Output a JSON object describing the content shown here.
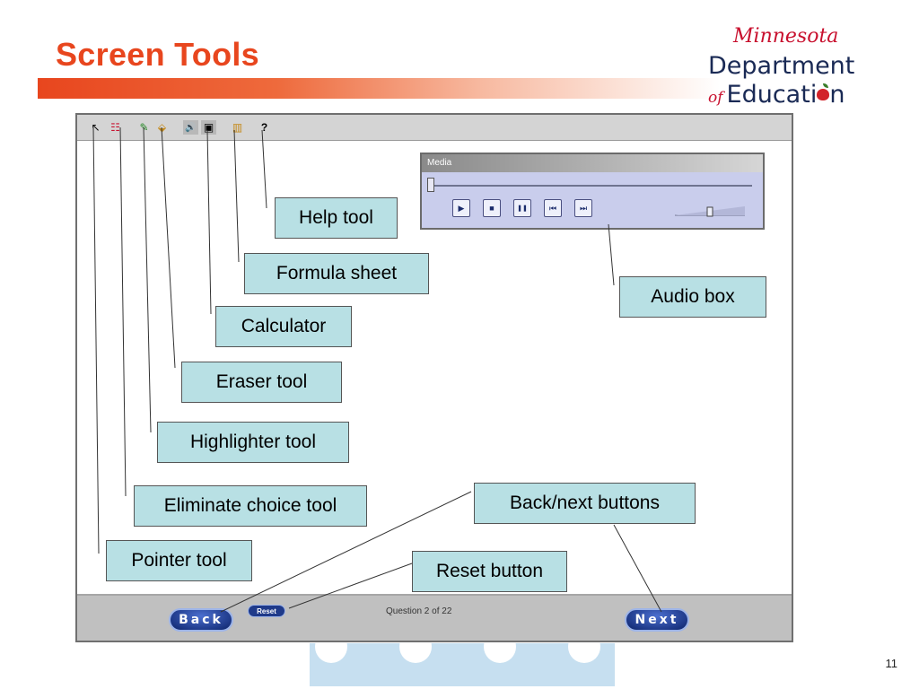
{
  "slide": {
    "title": "Screen Tools",
    "page_number": "11"
  },
  "logo": {
    "state_script": "Minnesota",
    "line1": "Department",
    "of_script": "of",
    "line2": "Educati",
    "line2_end": "n"
  },
  "screen": {
    "toolbar": {
      "tools": [
        {
          "name": "pointer-tool",
          "glyph": "↖"
        },
        {
          "name": "eliminate-choice-tool",
          "glyph": "☷"
        },
        {
          "name": "highlighter-tool",
          "glyph": "✎"
        },
        {
          "name": "eraser-tool",
          "glyph": "⬙"
        },
        {
          "name": "audio-tool",
          "glyph": "🔊"
        },
        {
          "name": "calculator-tool",
          "glyph": "▣"
        },
        {
          "name": "formula-sheet-tool",
          "glyph": "▥"
        },
        {
          "name": "help-tool",
          "glyph": "?"
        }
      ]
    },
    "media": {
      "title": "Media",
      "buttons": [
        {
          "name": "play",
          "glyph": "▶"
        },
        {
          "name": "stop",
          "glyph": "■"
        },
        {
          "name": "pause",
          "glyph": "❚❚"
        },
        {
          "name": "rewind",
          "glyph": "⏮"
        },
        {
          "name": "forward",
          "glyph": "⏭"
        }
      ]
    },
    "bottom": {
      "back_label": "Back",
      "reset_label": "Reset",
      "question_text": "Question 2 of 22",
      "next_label": "Next"
    }
  },
  "callouts": {
    "help_tool": "Help tool",
    "formula_sheet": "Formula sheet",
    "audio_box": "Audio box",
    "calculator": "Calculator",
    "eraser_tool": "Eraser tool",
    "highlighter_tool": "Highlighter tool",
    "eliminate_choice_tool": "Eliminate choice tool",
    "back_next_buttons": "Back/next buttons",
    "pointer_tool": "Pointer tool",
    "reset_button": "Reset button"
  },
  "colors": {
    "title": "#e8461e",
    "callout_fill": "#b8e0e4",
    "button_blue": "#1f3a8a"
  }
}
